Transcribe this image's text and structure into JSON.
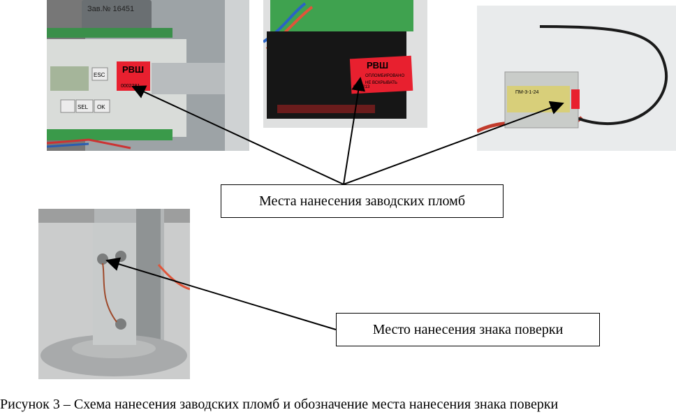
{
  "photos": {
    "controller": {
      "lot_label": "Зав.№ 16451",
      "key_esc": "ESC",
      "key_sel": "SEL",
      "key_ok": "OK",
      "seal_title": "РВШ",
      "seal_number": "0002281"
    },
    "display_unit": {
      "seal_title": "РВШ",
      "seal_line1": "ОПЛОМБИРОВАНО",
      "seal_line2": "НЕ ВСКРЫВАТЬ",
      "seal_number": "0002213"
    },
    "sensor_box": {
      "label": "ПМ-3-1-24"
    }
  },
  "callouts": {
    "factory_seals": "Места нанесения заводских пломб",
    "verification_mark": "Место нанесения знака поверки"
  },
  "caption": "Рисунок 3 – Схема нанесения заводских пломб и обозначение места нанесения знака поверки",
  "colors": {
    "seal_red": "#e8202f",
    "sensor_label": "#d8cf7a",
    "terminal_green": "#3a9a4a"
  }
}
